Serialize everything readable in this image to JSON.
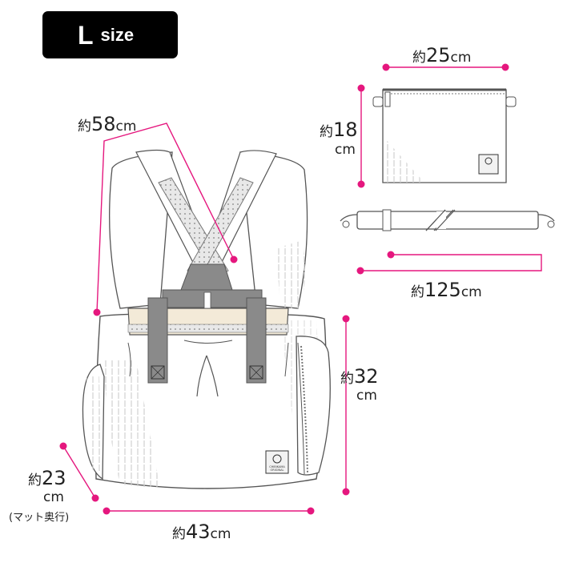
{
  "size_badge": {
    "letter": "L",
    "word": "size"
  },
  "colors": {
    "accent": "#e5177e",
    "outline": "#555555",
    "strap": "#8a8a8a",
    "badge": "#000000",
    "cream": "#f3ead8"
  },
  "dimensions": {
    "strap_length": {
      "prefix": "約",
      "value": "58",
      "unit": "cm"
    },
    "sacoche_width": {
      "prefix": "約",
      "value": "25",
      "unit": "cm"
    },
    "sacoche_height": {
      "prefix": "約",
      "value": "18",
      "unit": "cm"
    },
    "shoulder_strap": {
      "prefix": "約",
      "value": "125",
      "unit": "cm"
    },
    "bag_height": {
      "prefix": "約",
      "value": "32",
      "unit": "cm"
    },
    "bag_depth": {
      "prefix": "約",
      "value": "23",
      "unit": "cm",
      "note": "(マット奥行)"
    },
    "bag_width": {
      "prefix": "約",
      "value": "43",
      "unit": "cm"
    }
  },
  "logo": {
    "line1": "CHIBIKAMA",
    "line2": "ORIGINAL"
  }
}
